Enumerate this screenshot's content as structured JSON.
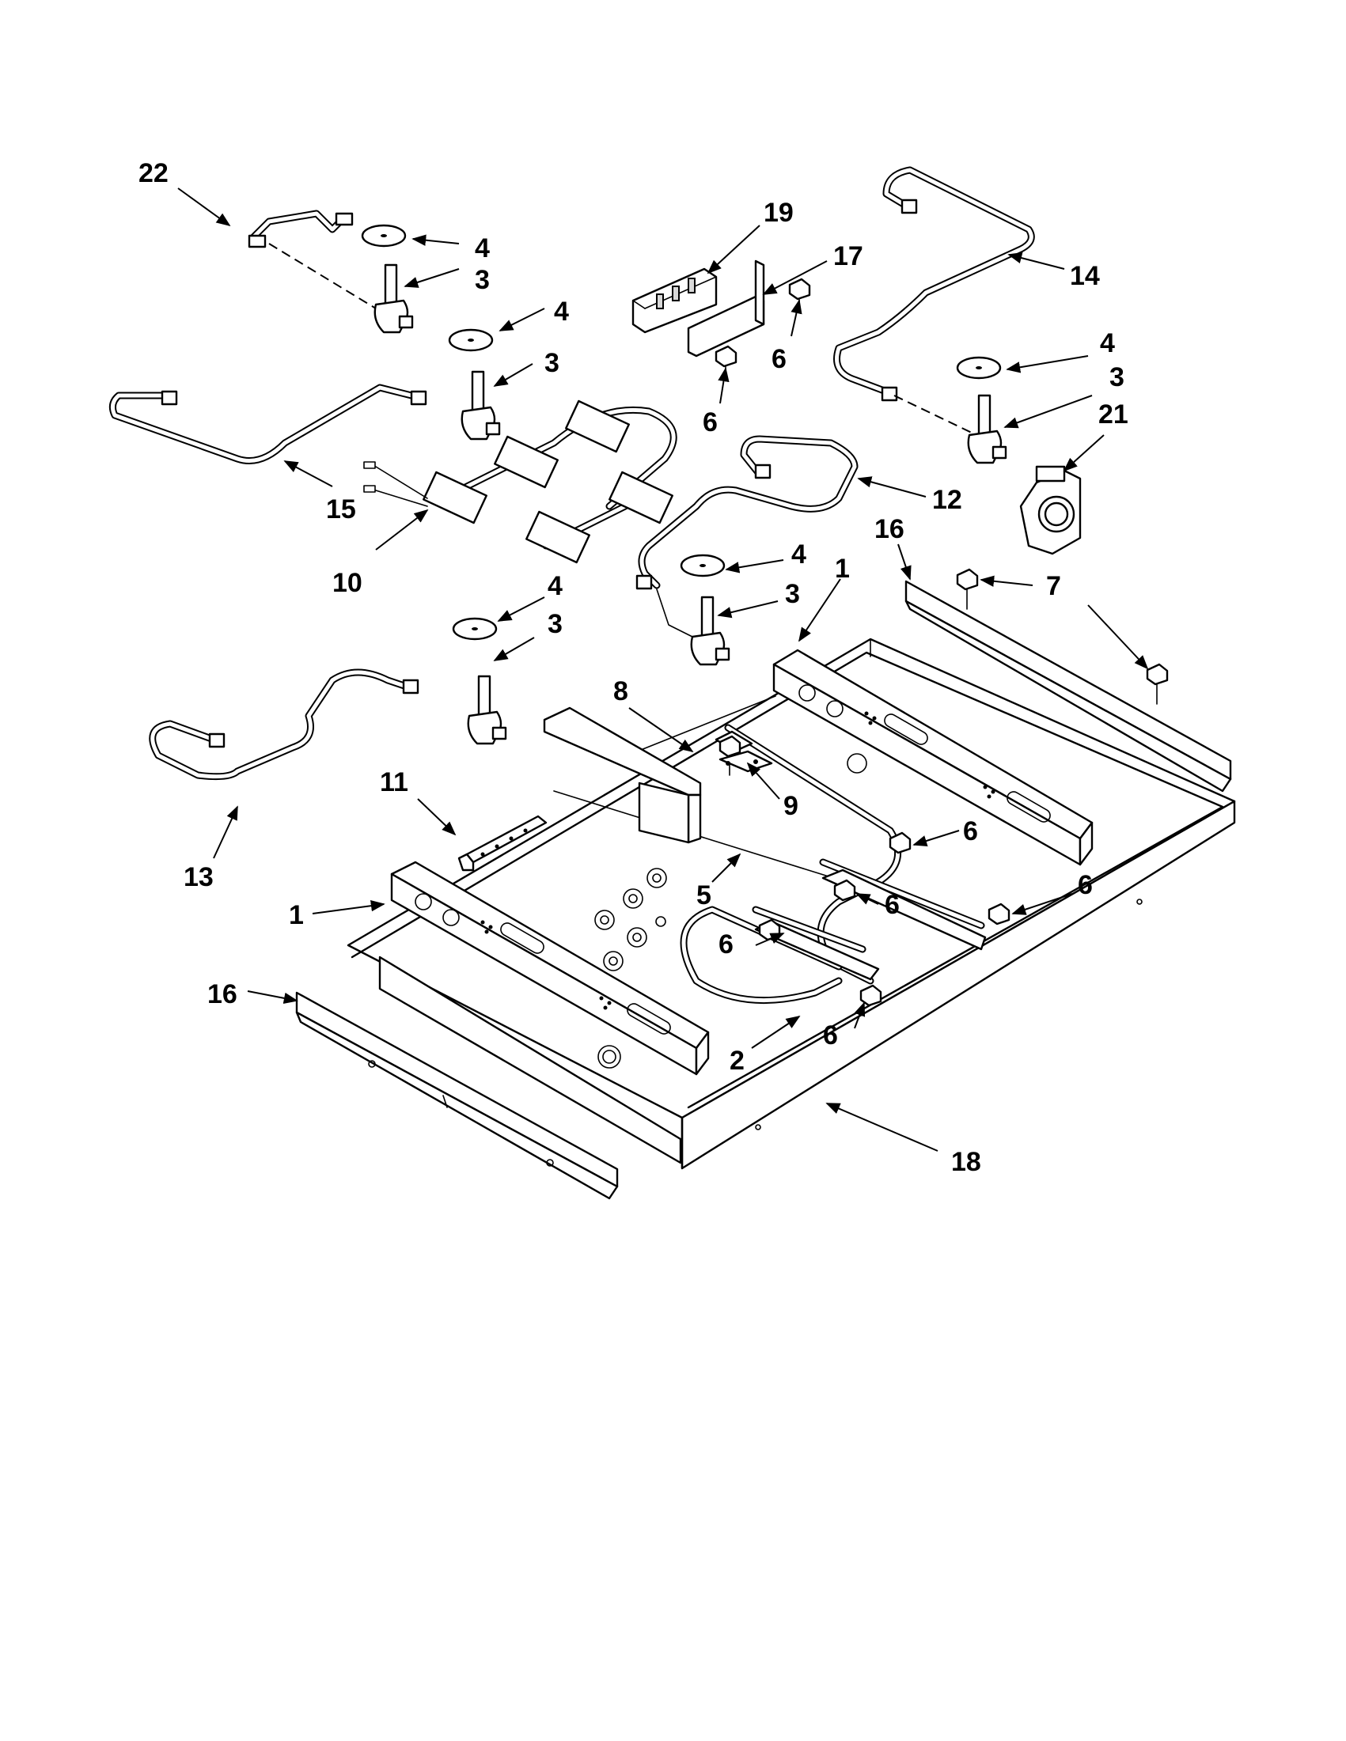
{
  "callouts": [
    {
      "id": "c22",
      "label": "22"
    },
    {
      "id": "c4a",
      "label": "4"
    },
    {
      "id": "c3a",
      "label": "3"
    },
    {
      "id": "c4b",
      "label": "4"
    },
    {
      "id": "c3b",
      "label": "3"
    },
    {
      "id": "c15",
      "label": "15"
    },
    {
      "id": "c10",
      "label": "10"
    },
    {
      "id": "c19",
      "label": "19"
    },
    {
      "id": "c17",
      "label": "17"
    },
    {
      "id": "c6a",
      "label": "6"
    },
    {
      "id": "c6b",
      "label": "6"
    },
    {
      "id": "c14",
      "label": "14"
    },
    {
      "id": "c4c",
      "label": "4"
    },
    {
      "id": "c3c",
      "label": "3"
    },
    {
      "id": "c21",
      "label": "21"
    },
    {
      "id": "c12",
      "label": "12"
    },
    {
      "id": "c16a",
      "label": "16"
    },
    {
      "id": "c7",
      "label": "7"
    },
    {
      "id": "c4d",
      "label": "4"
    },
    {
      "id": "c3d",
      "label": "3"
    },
    {
      "id": "c1a",
      "label": "1"
    },
    {
      "id": "c4e",
      "label": "4"
    },
    {
      "id": "c3e",
      "label": "3"
    },
    {
      "id": "c8",
      "label": "8"
    },
    {
      "id": "c9",
      "label": "9"
    },
    {
      "id": "c11",
      "label": "11"
    },
    {
      "id": "c13",
      "label": "13"
    },
    {
      "id": "c5",
      "label": "5"
    },
    {
      "id": "c6c",
      "label": "6"
    },
    {
      "id": "c6d",
      "label": "6"
    },
    {
      "id": "c6e",
      "label": "6"
    },
    {
      "id": "c6f",
      "label": "6"
    },
    {
      "id": "c6g",
      "label": "6"
    },
    {
      "id": "c1b",
      "label": "1"
    },
    {
      "id": "c16b",
      "label": "16"
    },
    {
      "id": "c2",
      "label": "2"
    },
    {
      "id": "c18",
      "label": "18"
    }
  ]
}
